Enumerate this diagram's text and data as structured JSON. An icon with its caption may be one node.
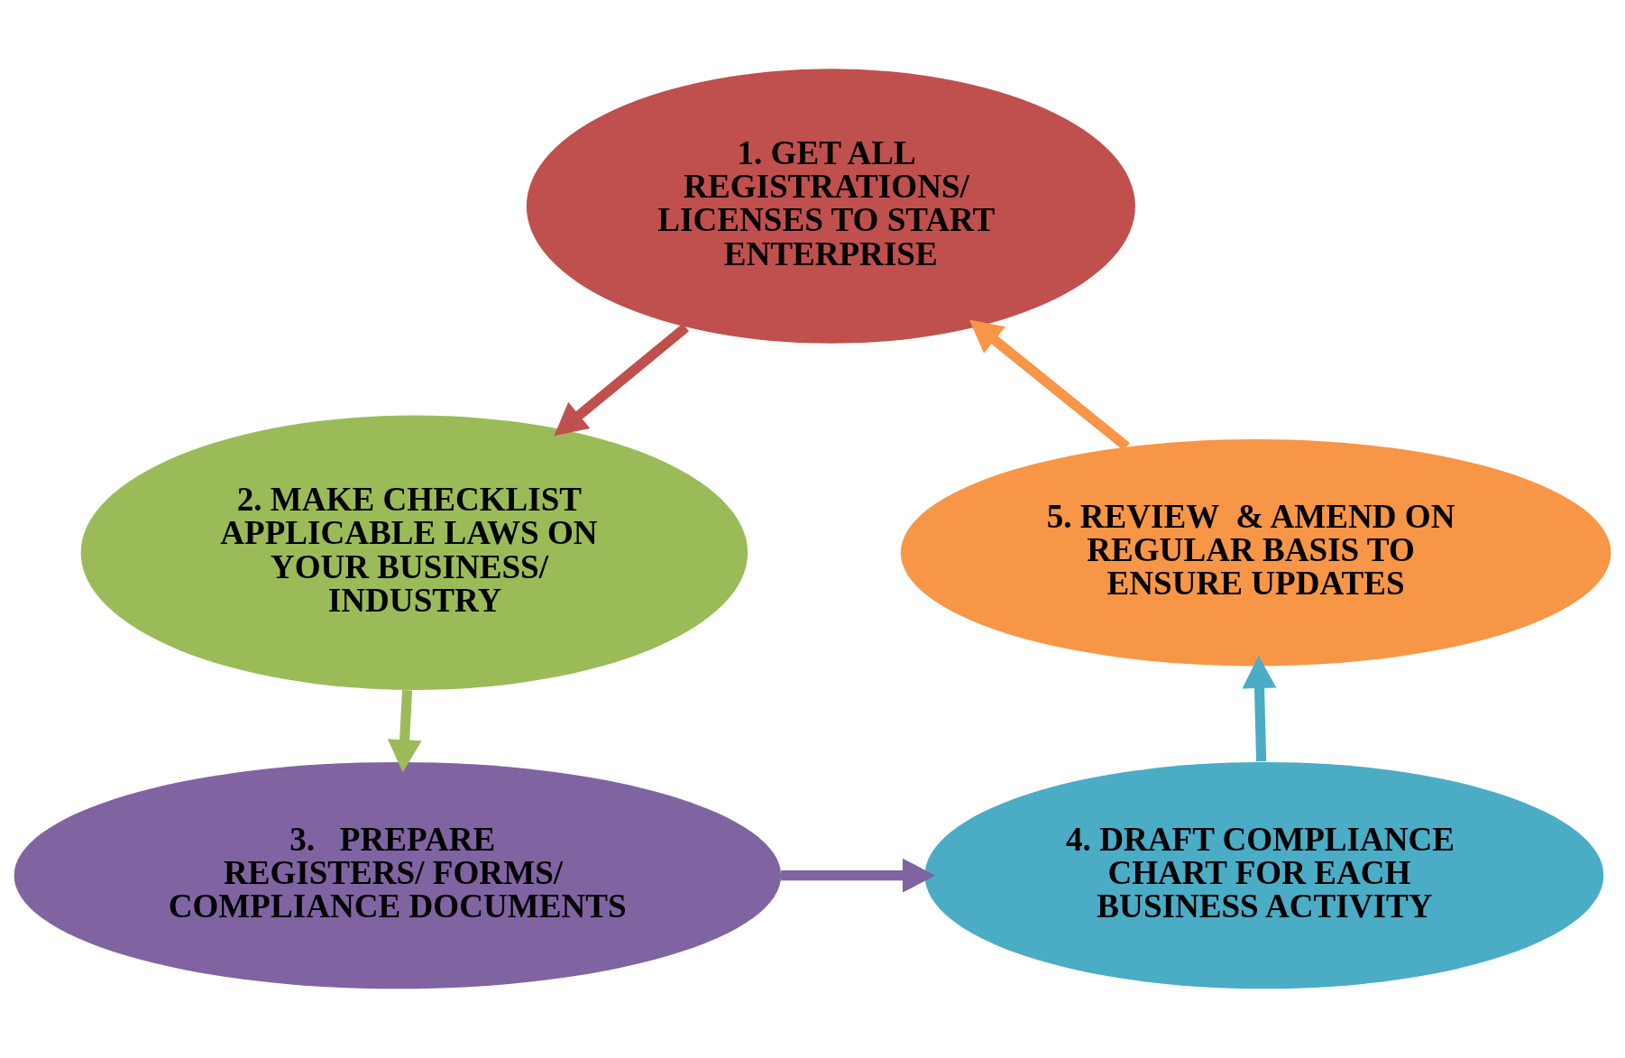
{
  "diagram": {
    "nodes": [
      {
        "text": [
          "1. GET ALL REGISTRATIONS/ LICENSES TO START ENTERPRISE"
        ]
      },
      {
        "text": [
          "2. MAKE CHECKLIST APPLICABLE LAWS ON YOUR BUSINESS/ INDUSTRY"
        ]
      },
      {
        "text": [
          "3.   PREPARE REGISTERS/ FORMS/ COMPLIANCE DOCUMENTS"
        ]
      },
      {
        "text": [
          "4. DRAFT COMPLIANCE CHART FOR EACH BUSINESS ACTIVITY"
        ]
      },
      {
        "text": [
          "5. REVIEW  & AMEND ON REGULAR BASIS TO ENSURE UPDATES"
        ]
      }
    ],
    "edges": [
      {
        "from": 0,
        "to": 1,
        "arrow": "to",
        "color": "#c0504d"
      },
      {
        "from": 1,
        "to": 2,
        "arrow": "to",
        "color": "#9bbb59"
      },
      {
        "from": 2,
        "to": 3,
        "arrow": "to",
        "color": "#8064a2"
      },
      {
        "from": 3,
        "to": 4,
        "arrow": "to",
        "color": "#4bacc6"
      },
      {
        "from": 4,
        "to": 0,
        "arrow": "to",
        "color": "#f79646"
      }
    ]
  }
}
